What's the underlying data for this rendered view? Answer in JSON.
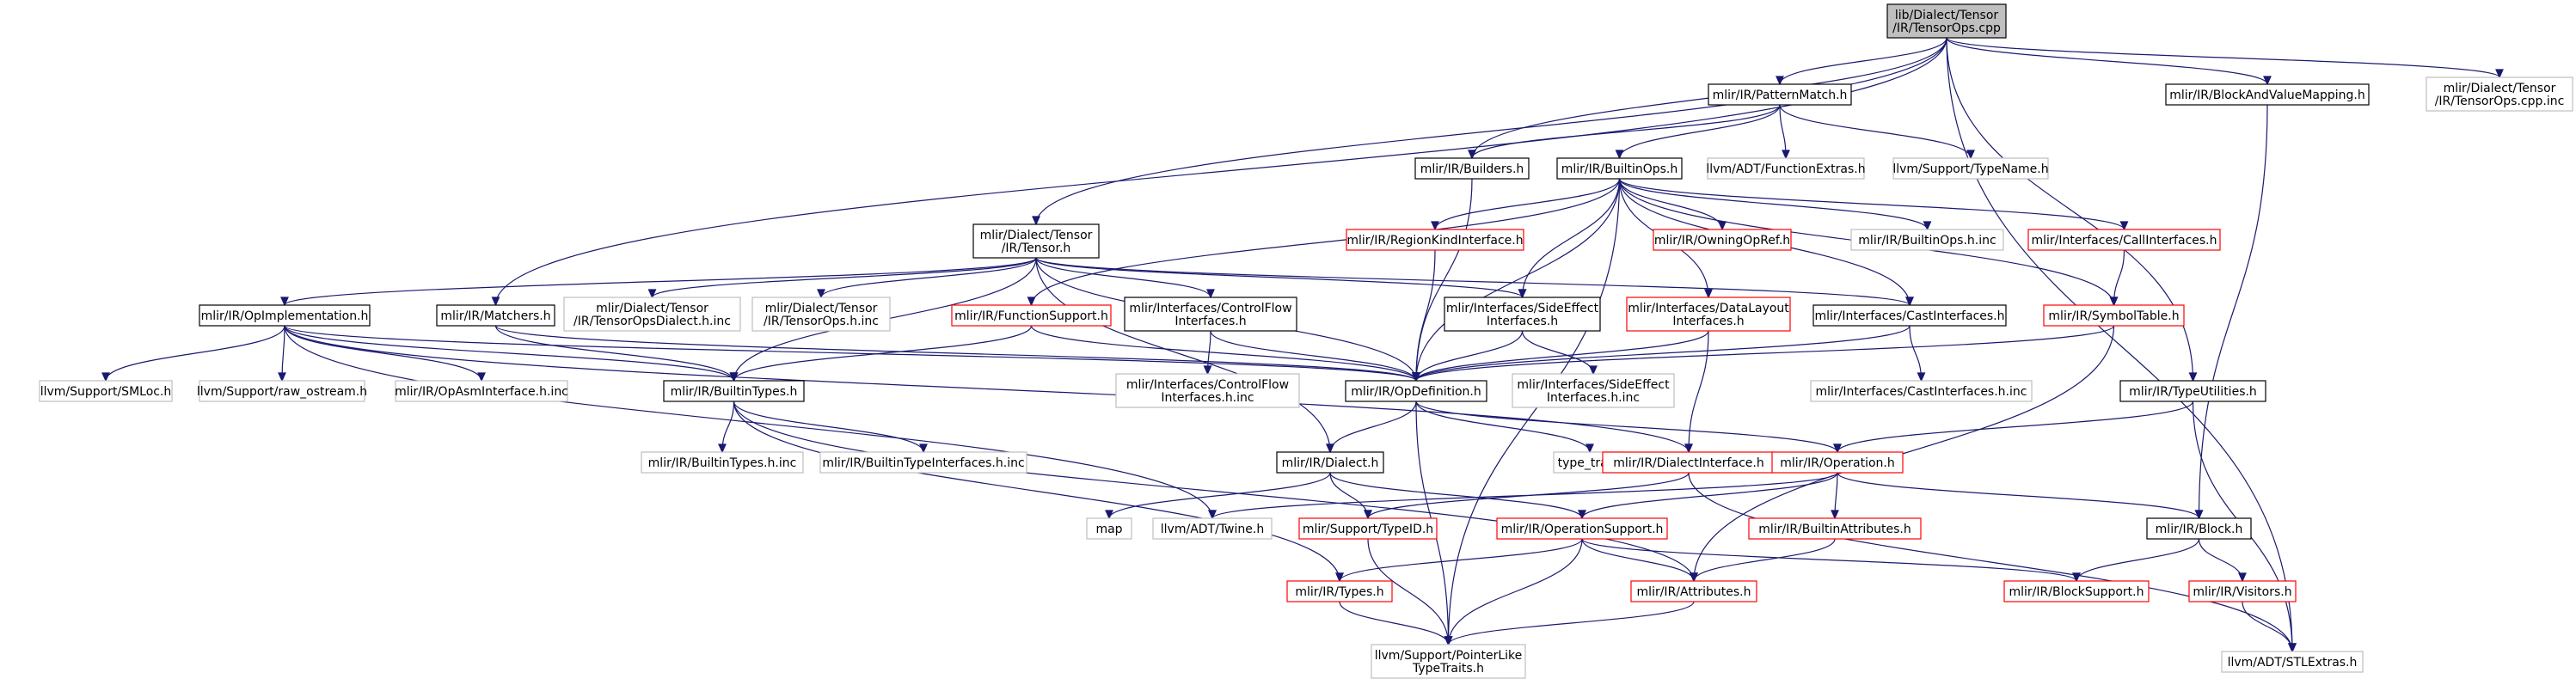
{
  "colors": {
    "root_fill": "#bfbfbf",
    "root_border": "#000000",
    "normal_border": "#000000",
    "external_border": "#bfbfbf",
    "red_border": "#ff0000",
    "edge": "#191970"
  },
  "nodes": [
    {
      "id": "root",
      "lines": [
        "lib/Dialect/Tensor",
        "/IR/TensorOps.cpp"
      ],
      "kind": "root"
    },
    {
      "id": "patternmatch",
      "lines": [
        "mlir/IR/PatternMatch.h"
      ],
      "kind": "normal"
    },
    {
      "id": "blockvaluemap",
      "lines": [
        "mlir/IR/BlockAndValueMapping.h"
      ],
      "kind": "normal"
    },
    {
      "id": "tensorops_inc",
      "lines": [
        "mlir/Dialect/Tensor",
        "/IR/TensorOps.cpp.inc"
      ],
      "kind": "external"
    },
    {
      "id": "builders",
      "lines": [
        "mlir/IR/Builders.h"
      ],
      "kind": "normal"
    },
    {
      "id": "builtinops",
      "lines": [
        "mlir/IR/BuiltinOps.h"
      ],
      "kind": "normal"
    },
    {
      "id": "functionextras",
      "lines": [
        "llvm/ADT/FunctionExtras.h"
      ],
      "kind": "external"
    },
    {
      "id": "typename",
      "lines": [
        "llvm/Support/TypeName.h"
      ],
      "kind": "external"
    },
    {
      "id": "tensor_h",
      "lines": [
        "mlir/Dialect/Tensor",
        "/IR/Tensor.h"
      ],
      "kind": "normal"
    },
    {
      "id": "regionkind",
      "lines": [
        "mlir/IR/RegionKindInterface.h"
      ],
      "kind": "red"
    },
    {
      "id": "owningopref",
      "lines": [
        "mlir/IR/OwningOpRef.h"
      ],
      "kind": "red"
    },
    {
      "id": "builtinops_inc",
      "lines": [
        "mlir/IR/BuiltinOps.h.inc"
      ],
      "kind": "external"
    },
    {
      "id": "callinterfaces",
      "lines": [
        "mlir/Interfaces/CallInterfaces.h"
      ],
      "kind": "red"
    },
    {
      "id": "opimplementation",
      "lines": [
        "mlir/IR/OpImplementation.h"
      ],
      "kind": "normal"
    },
    {
      "id": "matchers",
      "lines": [
        "mlir/IR/Matchers.h"
      ],
      "kind": "normal"
    },
    {
      "id": "tensordialect_inc",
      "lines": [
        "mlir/Dialect/Tensor",
        "/IR/TensorOpsDialect.h.inc"
      ],
      "kind": "external"
    },
    {
      "id": "tensorops_h_inc",
      "lines": [
        "mlir/Dialect/Tensor",
        "/IR/TensorOps.h.inc"
      ],
      "kind": "external"
    },
    {
      "id": "functionsupport",
      "lines": [
        "mlir/IR/FunctionSupport.h"
      ],
      "kind": "red"
    },
    {
      "id": "controlflow",
      "lines": [
        "mlir/Interfaces/ControlFlow",
        "Interfaces.h"
      ],
      "kind": "normal"
    },
    {
      "id": "sideeffect",
      "lines": [
        "mlir/Interfaces/SideEffect",
        "Interfaces.h"
      ],
      "kind": "normal"
    },
    {
      "id": "datalayout",
      "lines": [
        "mlir/Interfaces/DataLayout",
        "Interfaces.h"
      ],
      "kind": "red"
    },
    {
      "id": "castinterfaces",
      "lines": [
        "mlir/Interfaces/CastInterfaces.h"
      ],
      "kind": "normal"
    },
    {
      "id": "symboltable",
      "lines": [
        "mlir/IR/SymbolTable.h"
      ],
      "kind": "red"
    },
    {
      "id": "smloc",
      "lines": [
        "llvm/Support/SMLoc.h"
      ],
      "kind": "external"
    },
    {
      "id": "raw_ostream",
      "lines": [
        "llvm/Support/raw_ostream.h"
      ],
      "kind": "external"
    },
    {
      "id": "opasminterface",
      "lines": [
        "mlir/IR/OpAsmInterface.h.inc"
      ],
      "kind": "external"
    },
    {
      "id": "builtintypes",
      "lines": [
        "mlir/IR/BuiltinTypes.h"
      ],
      "kind": "normal"
    },
    {
      "id": "opdefinition",
      "lines": [
        "mlir/IR/OpDefinition.h"
      ],
      "kind": "normal"
    },
    {
      "id": "controlflow_inc",
      "lines": [
        "mlir/Interfaces/ControlFlow",
        "Interfaces.h.inc"
      ],
      "kind": "external"
    },
    {
      "id": "sideeffect_inc",
      "lines": [
        "mlir/Interfaces/SideEffect",
        "Interfaces.h.inc"
      ],
      "kind": "external"
    },
    {
      "id": "castinterfaces_inc",
      "lines": [
        "mlir/Interfaces/CastInterfaces.h.inc"
      ],
      "kind": "external"
    },
    {
      "id": "typeutilities",
      "lines": [
        "mlir/IR/TypeUtilities.h"
      ],
      "kind": "normal"
    },
    {
      "id": "builtintypes_inc",
      "lines": [
        "mlir/IR/BuiltinTypes.h.inc"
      ],
      "kind": "external"
    },
    {
      "id": "builtintypeinterfaces_inc",
      "lines": [
        "mlir/IR/BuiltinTypeInterfaces.h.inc"
      ],
      "kind": "external"
    },
    {
      "id": "dialect_h",
      "lines": [
        "mlir/IR/Dialect.h"
      ],
      "kind": "normal"
    },
    {
      "id": "type_traits",
      "lines": [
        "type_traits"
      ],
      "kind": "external"
    },
    {
      "id": "dialectinterface",
      "lines": [
        "mlir/IR/DialectInterface.h"
      ],
      "kind": "red"
    },
    {
      "id": "operation_h",
      "lines": [
        "mlir/IR/Operation.h"
      ],
      "kind": "red"
    },
    {
      "id": "map",
      "lines": [
        "map"
      ],
      "kind": "external"
    },
    {
      "id": "twine",
      "lines": [
        "llvm/ADT/Twine.h"
      ],
      "kind": "external"
    },
    {
      "id": "typeid",
      "lines": [
        "mlir/Support/TypeID.h"
      ],
      "kind": "red"
    },
    {
      "id": "operationsupport",
      "lines": [
        "mlir/IR/OperationSupport.h"
      ],
      "kind": "red"
    },
    {
      "id": "builtinattributes",
      "lines": [
        "mlir/IR/BuiltinAttributes.h"
      ],
      "kind": "red"
    },
    {
      "id": "block_h",
      "lines": [
        "mlir/IR/Block.h"
      ],
      "kind": "normal"
    },
    {
      "id": "types_h",
      "lines": [
        "mlir/IR/Types.h"
      ],
      "kind": "red"
    },
    {
      "id": "attributes_h",
      "lines": [
        "mlir/IR/Attributes.h"
      ],
      "kind": "red"
    },
    {
      "id": "blocksupport",
      "lines": [
        "mlir/IR/BlockSupport.h"
      ],
      "kind": "red"
    },
    {
      "id": "visitors",
      "lines": [
        "mlir/IR/Visitors.h"
      ],
      "kind": "red"
    },
    {
      "id": "pointerlike",
      "lines": [
        "llvm/Support/PointerLike",
        "TypeTraits.h"
      ],
      "kind": "external"
    },
    {
      "id": "stlextras",
      "lines": [
        "llvm/ADT/STLExtras.h"
      ],
      "kind": "external"
    }
  ],
  "edges": [
    [
      "root",
      "patternmatch"
    ],
    [
      "root",
      "blockvaluemap"
    ],
    [
      "root",
      "tensorops_inc"
    ],
    [
      "root",
      "builders"
    ],
    [
      "root",
      "tensor_h"
    ],
    [
      "root",
      "matchers"
    ],
    [
      "root",
      "typeutilities"
    ],
    [
      "root",
      "stlextras"
    ],
    [
      "patternmatch",
      "builders"
    ],
    [
      "patternmatch",
      "builtinops"
    ],
    [
      "patternmatch",
      "functionextras"
    ],
    [
      "patternmatch",
      "typename"
    ],
    [
      "builders",
      "opdefinition"
    ],
    [
      "builtinops",
      "regionkind"
    ],
    [
      "builtinops",
      "owningopref"
    ],
    [
      "builtinops",
      "builtinops_inc"
    ],
    [
      "builtinops",
      "callinterfaces"
    ],
    [
      "builtinops",
      "functionsupport"
    ],
    [
      "builtinops",
      "sideeffect"
    ],
    [
      "builtinops",
      "datalayout"
    ],
    [
      "builtinops",
      "castinterfaces"
    ],
    [
      "builtinops",
      "symboltable"
    ],
    [
      "builtinops",
      "opdefinition"
    ],
    [
      "builtinops",
      "pointerlike"
    ],
    [
      "tensor_h",
      "opimplementation"
    ],
    [
      "tensor_h",
      "tensordialect_inc"
    ],
    [
      "tensor_h",
      "tensorops_h_inc"
    ],
    [
      "tensor_h",
      "controlflow"
    ],
    [
      "tensor_h",
      "sideeffect"
    ],
    [
      "tensor_h",
      "castinterfaces"
    ],
    [
      "tensor_h",
      "opdefinition"
    ],
    [
      "tensor_h",
      "builtintypes"
    ],
    [
      "tensor_h",
      "dialect_h"
    ],
    [
      "regionkind",
      "opdefinition"
    ],
    [
      "callinterfaces",
      "symboltable"
    ],
    [
      "opimplementation",
      "smloc"
    ],
    [
      "opimplementation",
      "raw_ostream"
    ],
    [
      "opimplementation",
      "opasminterface"
    ],
    [
      "opimplementation",
      "builtintypes"
    ],
    [
      "opimplementation",
      "opdefinition"
    ],
    [
      "opimplementation",
      "dialectinterface"
    ],
    [
      "opimplementation",
      "twine"
    ],
    [
      "matchers",
      "builtintypes"
    ],
    [
      "matchers",
      "opdefinition"
    ],
    [
      "functionsupport",
      "builtintypes"
    ],
    [
      "functionsupport",
      "opdefinition"
    ],
    [
      "controlflow",
      "opdefinition"
    ],
    [
      "controlflow",
      "controlflow_inc"
    ],
    [
      "sideeffect",
      "opdefinition"
    ],
    [
      "sideeffect",
      "sideeffect_inc"
    ],
    [
      "datalayout",
      "opdefinition"
    ],
    [
      "datalayout",
      "dialectinterface"
    ],
    [
      "castinterfaces",
      "opdefinition"
    ],
    [
      "castinterfaces",
      "castinterfaces_inc"
    ],
    [
      "symboltable",
      "opdefinition"
    ],
    [
      "symboltable",
      "attributes_h"
    ],
    [
      "builtintypes",
      "builtintypes_inc"
    ],
    [
      "builtintypes",
      "builtintypeinterfaces_inc"
    ],
    [
      "builtintypes",
      "types_h"
    ],
    [
      "builtintypes",
      "attributes_h"
    ],
    [
      "opdefinition",
      "dialect_h"
    ],
    [
      "opdefinition",
      "type_traits"
    ],
    [
      "opdefinition",
      "operation_h"
    ],
    [
      "opdefinition",
      "pointerlike"
    ],
    [
      "blockvaluemap",
      "block_h"
    ],
    [
      "typeutilities",
      "operation_h"
    ],
    [
      "typeutilities",
      "stlextras"
    ],
    [
      "dialect_h",
      "map"
    ],
    [
      "dialect_h",
      "typeid"
    ],
    [
      "dialect_h",
      "operationsupport"
    ],
    [
      "dialectinterface",
      "typeid"
    ],
    [
      "dialectinterface",
      "stlextras"
    ],
    [
      "operation_h",
      "twine"
    ],
    [
      "operation_h",
      "operationsupport"
    ],
    [
      "operation_h",
      "builtinattributes"
    ],
    [
      "operation_h",
      "block_h"
    ],
    [
      "typeid",
      "pointerlike"
    ],
    [
      "operationsupport",
      "types_h"
    ],
    [
      "operationsupport",
      "attributes_h"
    ],
    [
      "operationsupport",
      "blocksupport"
    ],
    [
      "operationsupport",
      "pointerlike"
    ],
    [
      "builtinattributes",
      "attributes_h"
    ],
    [
      "block_h",
      "blocksupport"
    ],
    [
      "block_h",
      "visitors"
    ],
    [
      "types_h",
      "pointerlike"
    ],
    [
      "attributes_h",
      "pointerlike"
    ],
    [
      "visitors",
      "stlextras"
    ]
  ]
}
